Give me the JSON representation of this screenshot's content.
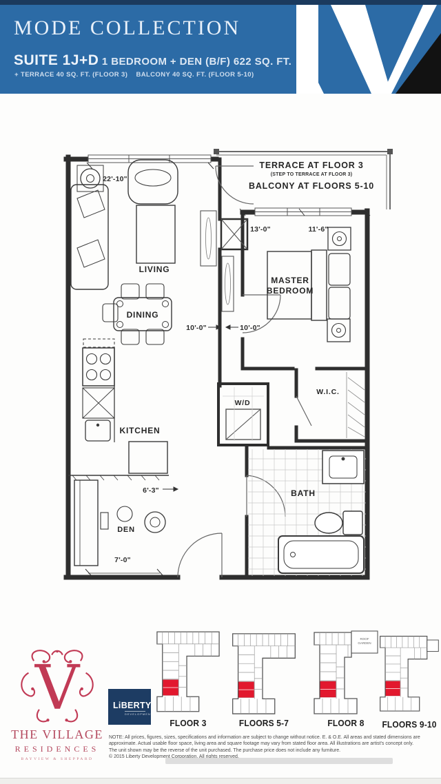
{
  "colors": {
    "header_blue": "#2c6ba6",
    "header_dark_strip": "#1b3a5e",
    "brand_red": "#b4485e",
    "liberty_navy": "#1d3c63",
    "keyplan_unit_red": "#e2182e"
  },
  "header": {
    "brand": "MODE COLLECTION",
    "suite_label": "SUITE 1J+D",
    "suite_desc": "1 BEDROOM + DEN (B/F) 622 SQ. FT.",
    "suite_extras": "+ TERRACE 40 SQ. FT. (FLOOR 3)    BALCONY 40 SQ. FT. (FLOOR 5-10)",
    "logo_monogram": "IV"
  },
  "plan": {
    "terrace_note": {
      "line1": "TERRACE AT FLOOR 3",
      "line2": "(STEP TO TERRACE AT FLOOR 3)",
      "line3": "BALCONY AT FLOORS 5-10"
    },
    "rooms": {
      "living": "LIVING",
      "dining": "DINING",
      "kitchen": "KITCHEN",
      "den": "DEN",
      "master_line1": "MASTER",
      "master_line2": "BEDROOM",
      "wic": "W.I.C.",
      "wd": "W/D",
      "bath": "BATH"
    },
    "dims": {
      "living_width": "22'-10\"",
      "master_width": "13'-0\"",
      "master_depth": "11'-6\"",
      "hall_left": "10'-0\"",
      "hall_right": "10'-0\"",
      "den_width": "6'-3\"",
      "den_depth": "7'-0\""
    }
  },
  "footer": {
    "village": {
      "monogram": "V",
      "name_line1": "THE VILLAGE",
      "name_line2": "RESIDENCES",
      "location": "BAYVIEW & SHEPPARD"
    },
    "liberty": {
      "name": "LiBERTY",
      "sub": "DEVELOPMENT"
    },
    "keyplans": [
      {
        "label": "FLOOR 3"
      },
      {
        "label": "FLOORS 5-7"
      },
      {
        "label": "FLOOR 8",
        "roof_line1": "ROOF",
        "roof_line2": "GARDEN"
      },
      {
        "label": "FLOORS 9-10"
      }
    ],
    "disclaimer": {
      "line1": "NOTE: All prices, figures, sizes, specifications and information are subject to change without notice. E. & O.E. All areas and stated dimensions are",
      "line2": "approximate. Actual usable floor space, living area and square footage may vary from stated floor area. All illustrations are artist's concept only.",
      "line3": "The unit shown may be the reverse of the unit purchased. The purchase price does not include any furniture.",
      "line4": "© 2015 Liberty Development Corporation. All rights reserved."
    }
  }
}
